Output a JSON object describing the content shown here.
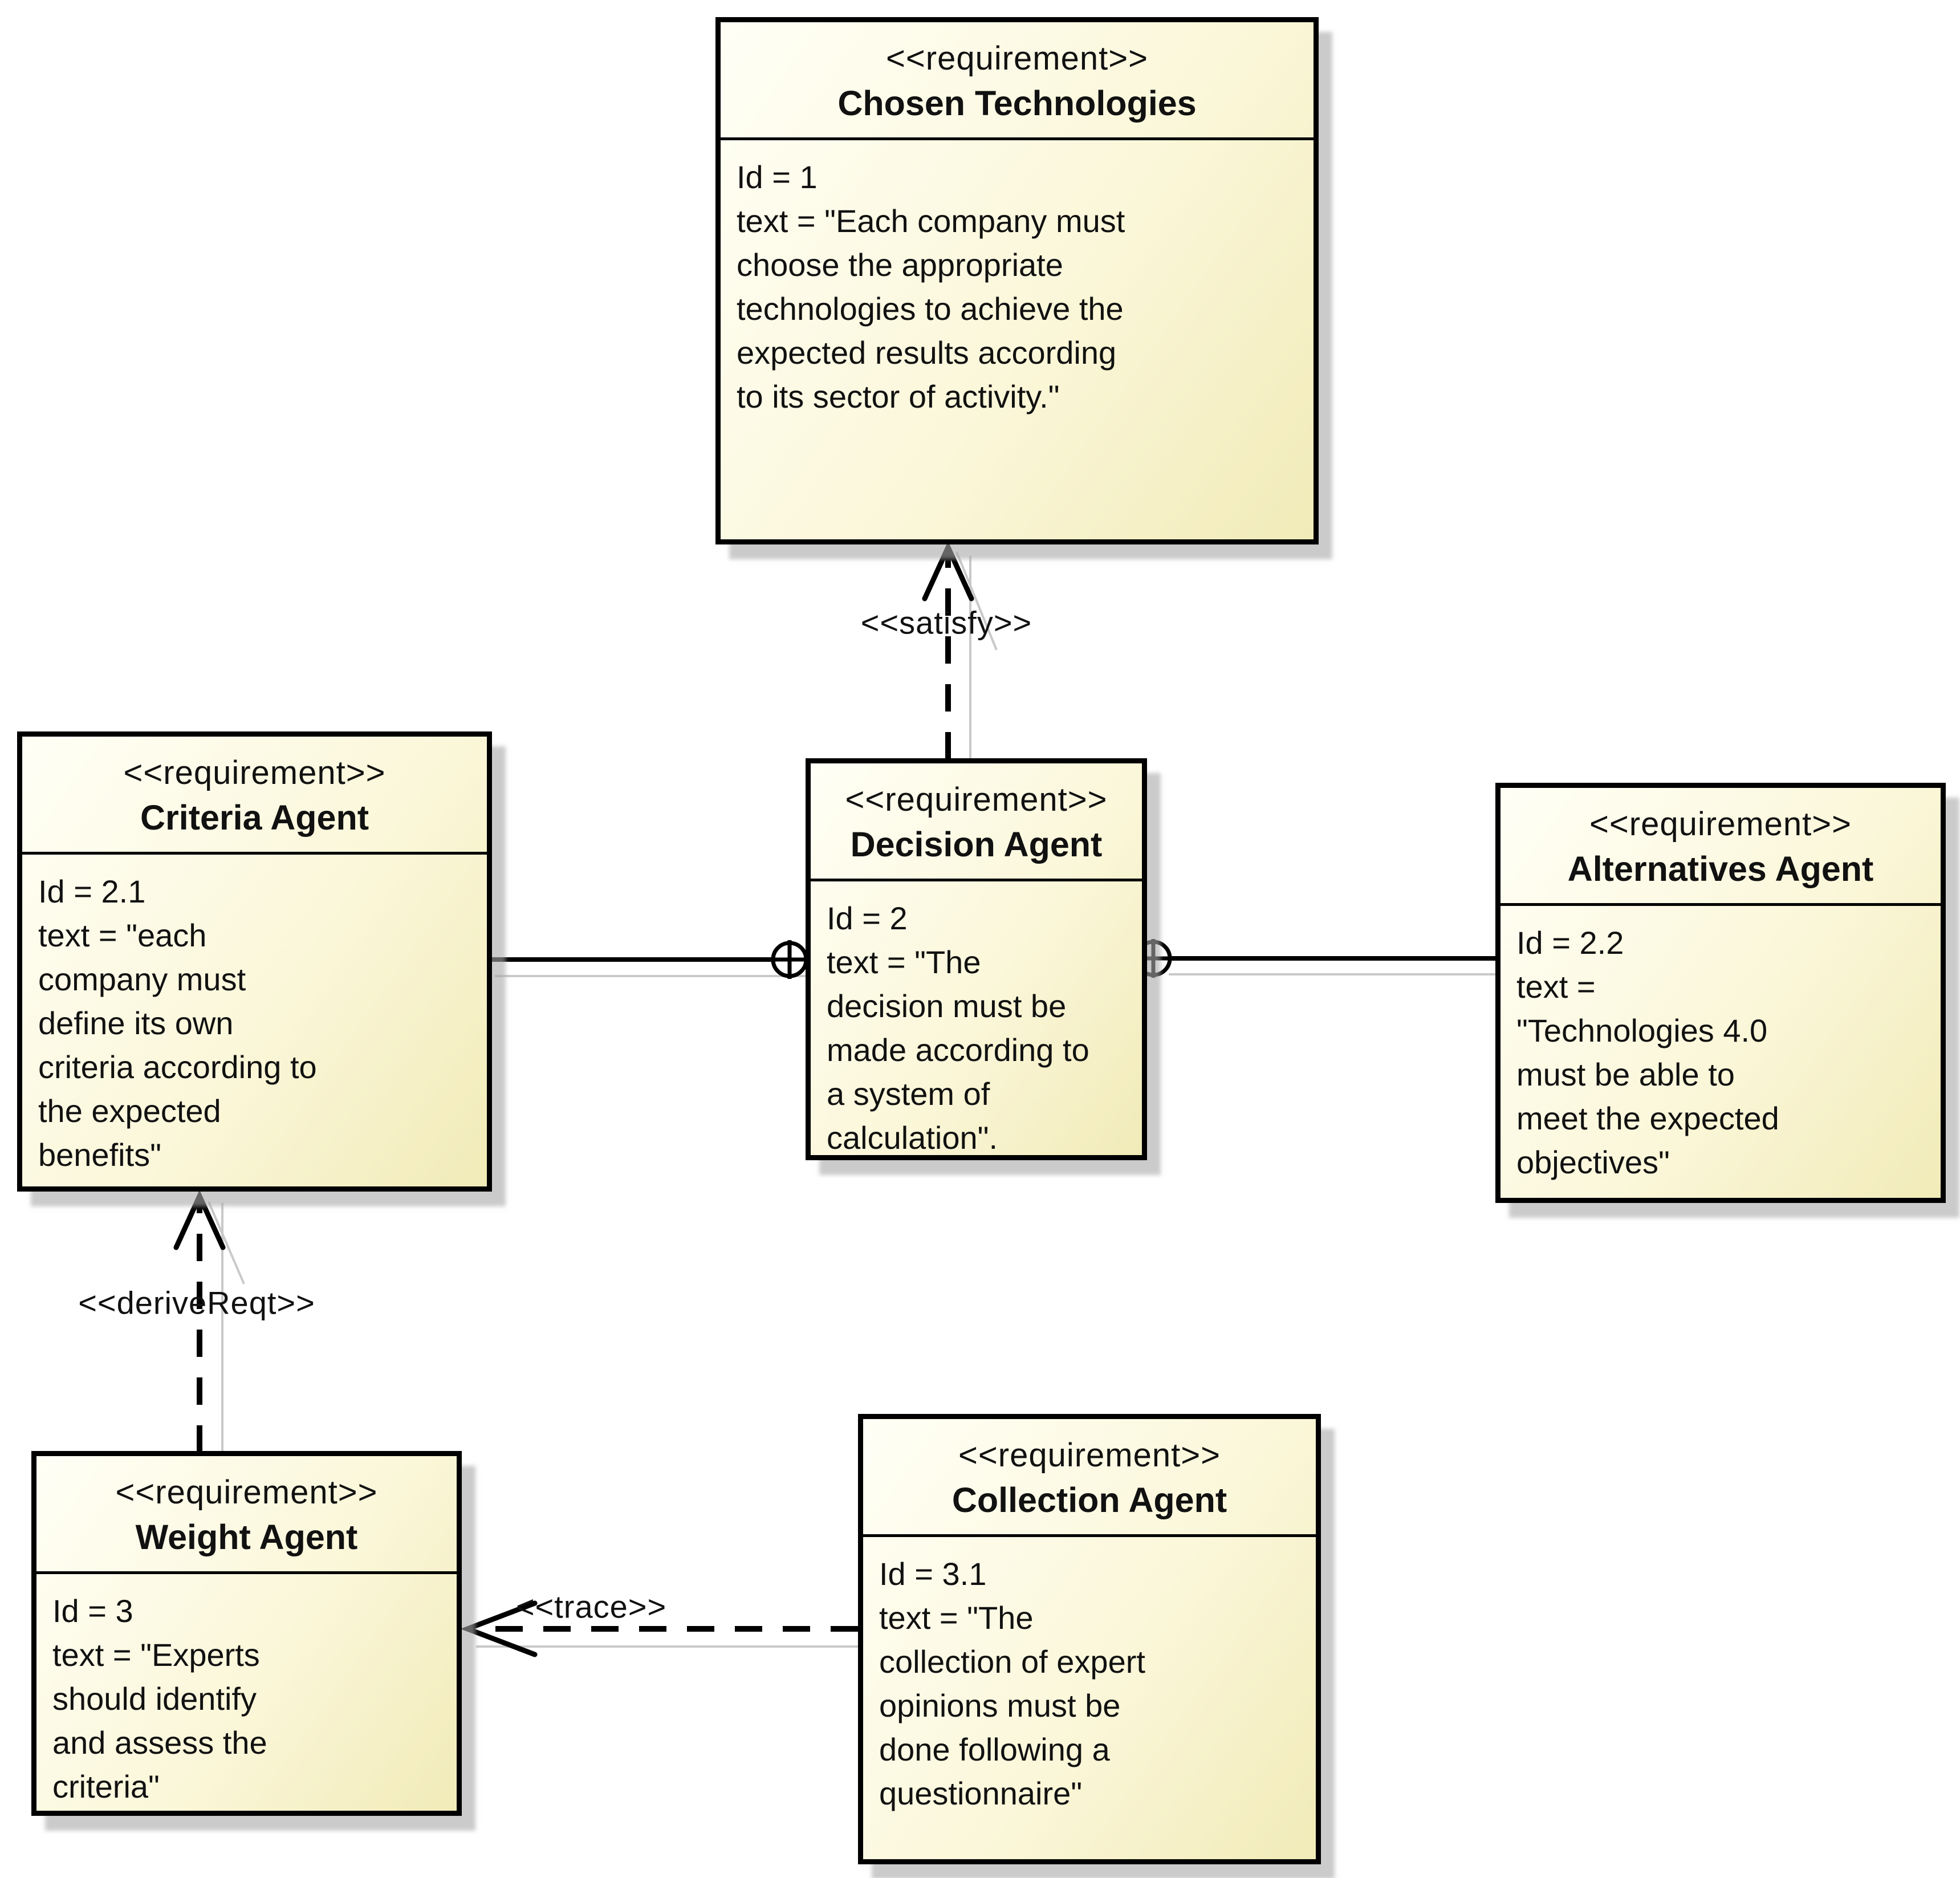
{
  "diagram": {
    "kind": "SysML requirement diagram",
    "boxes": {
      "chosen": {
        "stereotype": "<<requirement>>",
        "name": "Chosen Technologies",
        "lines": [
          "Id = 1",
          "text = \"Each company must",
          "choose the appropriate",
          "technologies to achieve the",
          "expected results according",
          "to its sector of activity.\""
        ]
      },
      "criteria": {
        "stereotype": "<<requirement>>",
        "name": "Criteria Agent",
        "lines": [
          "Id = 2.1",
          "text = \"each",
          "company must",
          "define its own",
          "criteria according to",
          "the expected",
          "benefits\""
        ]
      },
      "decision": {
        "stereotype": "<<requirement>>",
        "name": "Decision Agent",
        "lines": [
          "Id = 2",
          "text = \"The",
          "decision must be",
          "made according to",
          "a system of",
          "calculation\"."
        ]
      },
      "alternatives": {
        "stereotype": "<<requirement>>",
        "name": "Alternatives Agent",
        "lines": [
          "Id = 2.2",
          "text =",
          "\"Technologies 4.0",
          "must be able to",
          "meet the expected",
          "objectives\""
        ]
      },
      "weight": {
        "stereotype": "<<requirement>>",
        "name": "Weight Agent",
        "lines": [
          "Id = 3",
          "text = \"Experts",
          "should identify",
          "and assess the",
          "criteria\""
        ]
      },
      "collection": {
        "stereotype": "<<requirement>>",
        "name": "Collection Agent",
        "lines": [
          "Id = 3.1",
          "text = \"The",
          "collection of expert",
          "opinions must be",
          "done following a",
          "questionnaire\""
        ]
      }
    },
    "connectors": {
      "satisfy": {
        "label": "<<satisfy>>",
        "style": "dashed, open arrowhead",
        "from": "Decision Agent",
        "to": "Chosen Technologies"
      },
      "derivereqt": {
        "label": "<<deriveReqt>>",
        "style": "dashed, open arrowhead",
        "from": "Weight Agent",
        "to": "Criteria Agent"
      },
      "trace": {
        "label": "<<trace>>",
        "style": "dashed, open arrowhead",
        "from": "Collection Agent",
        "to": "Weight Agent"
      },
      "containment_left": {
        "label": "",
        "symbol": "crosshair-circle",
        "style": "solid",
        "from": "Criteria Agent",
        "to": "Decision Agent"
      },
      "containment_right": {
        "label": "",
        "symbol": "crosshair-circle",
        "style": "solid",
        "from": "Alternatives Agent",
        "to": "Decision Agent"
      }
    },
    "colors": {
      "background": "#ffffff",
      "box_fill_top": "#fffff6",
      "box_fill_bottom": "#f1ebb8",
      "border": "#000000",
      "shadow": "#a8a8a8"
    }
  }
}
